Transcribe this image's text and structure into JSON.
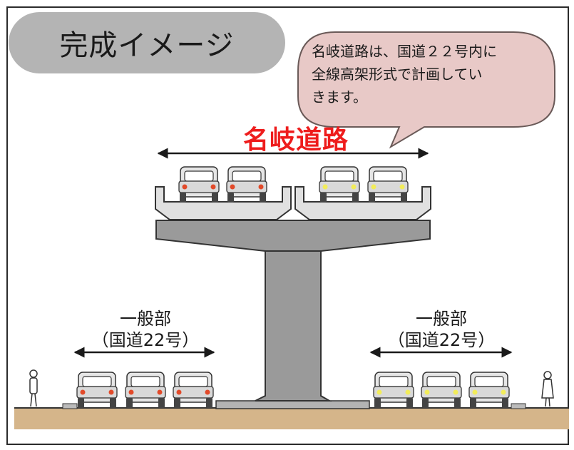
{
  "title": "完成イメージ",
  "callout": {
    "line1": "名岐道路は、国道２２号内に",
    "line2": "全線高架形式で計画してい",
    "line3": "きます。"
  },
  "road_name": "名岐道路",
  "left_section": {
    "line1": "一般部",
    "line2": "（国道22号）"
  },
  "right_section": {
    "line1": "一般部",
    "line2": "（国道22号）"
  },
  "colors": {
    "accent": "#ee1c1c",
    "bubble": "#e8c9c7",
    "concrete": "#9a9a9a",
    "ground": "#d5b58a",
    "car": "#e9e9e9"
  },
  "icons": [
    "car-rear-icon",
    "car-front-icon",
    "pedestrian-icon",
    "double-arrow-icon"
  ]
}
